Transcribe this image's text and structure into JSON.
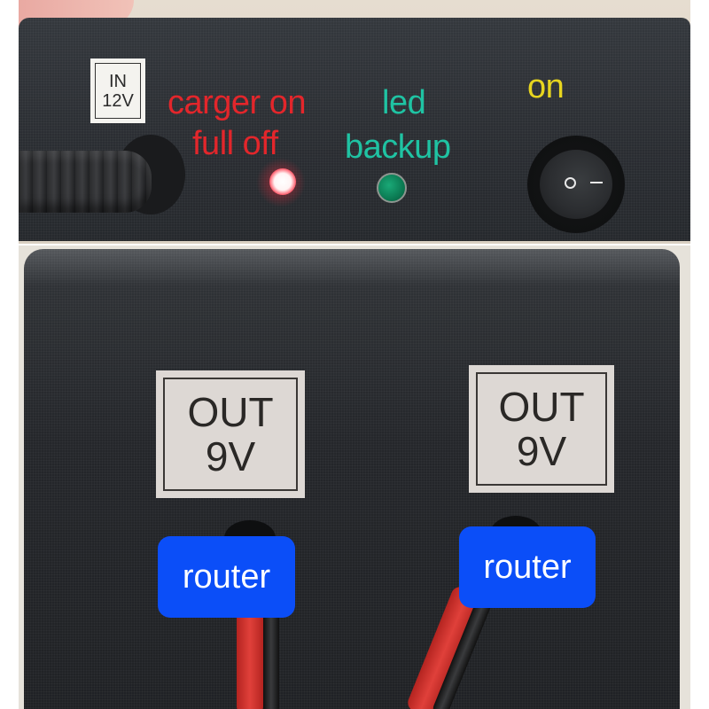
{
  "image": {
    "description": "Two-panel product photo of a black UPS/power bank enclosure with colored annotation labels",
    "colors": {
      "enclosure": "#2b2e33",
      "annotation_red": "#e3262b",
      "annotation_teal": "#1fc3a3",
      "annotation_yellow": "#e7d51f",
      "badge_blue": "#0b4ef8",
      "badge_text": "#ffffff",
      "red_wire": "#d9322e",
      "black_wire": "#1b1c1e"
    }
  },
  "top_panel": {
    "input_label": {
      "line1": "IN",
      "line2": "12V"
    },
    "annotations": {
      "charger_line1": "carger on",
      "charger_line2": "full off",
      "led_line1": "led",
      "led_line2": "backup",
      "switch": "on"
    },
    "indicators": [
      {
        "name": "charger-led",
        "color": "red",
        "state": "lit"
      },
      {
        "name": "backup-led",
        "color": "green",
        "state": "unlit"
      }
    ],
    "switch": {
      "off_symbol": "O",
      "on_symbol": "—"
    }
  },
  "bottom_panel": {
    "outputs": [
      {
        "label_line1": "OUT",
        "label_line2": "9V",
        "badge": "router"
      },
      {
        "label_line1": "OUT",
        "label_line2": "9V",
        "badge": "router"
      }
    ]
  }
}
